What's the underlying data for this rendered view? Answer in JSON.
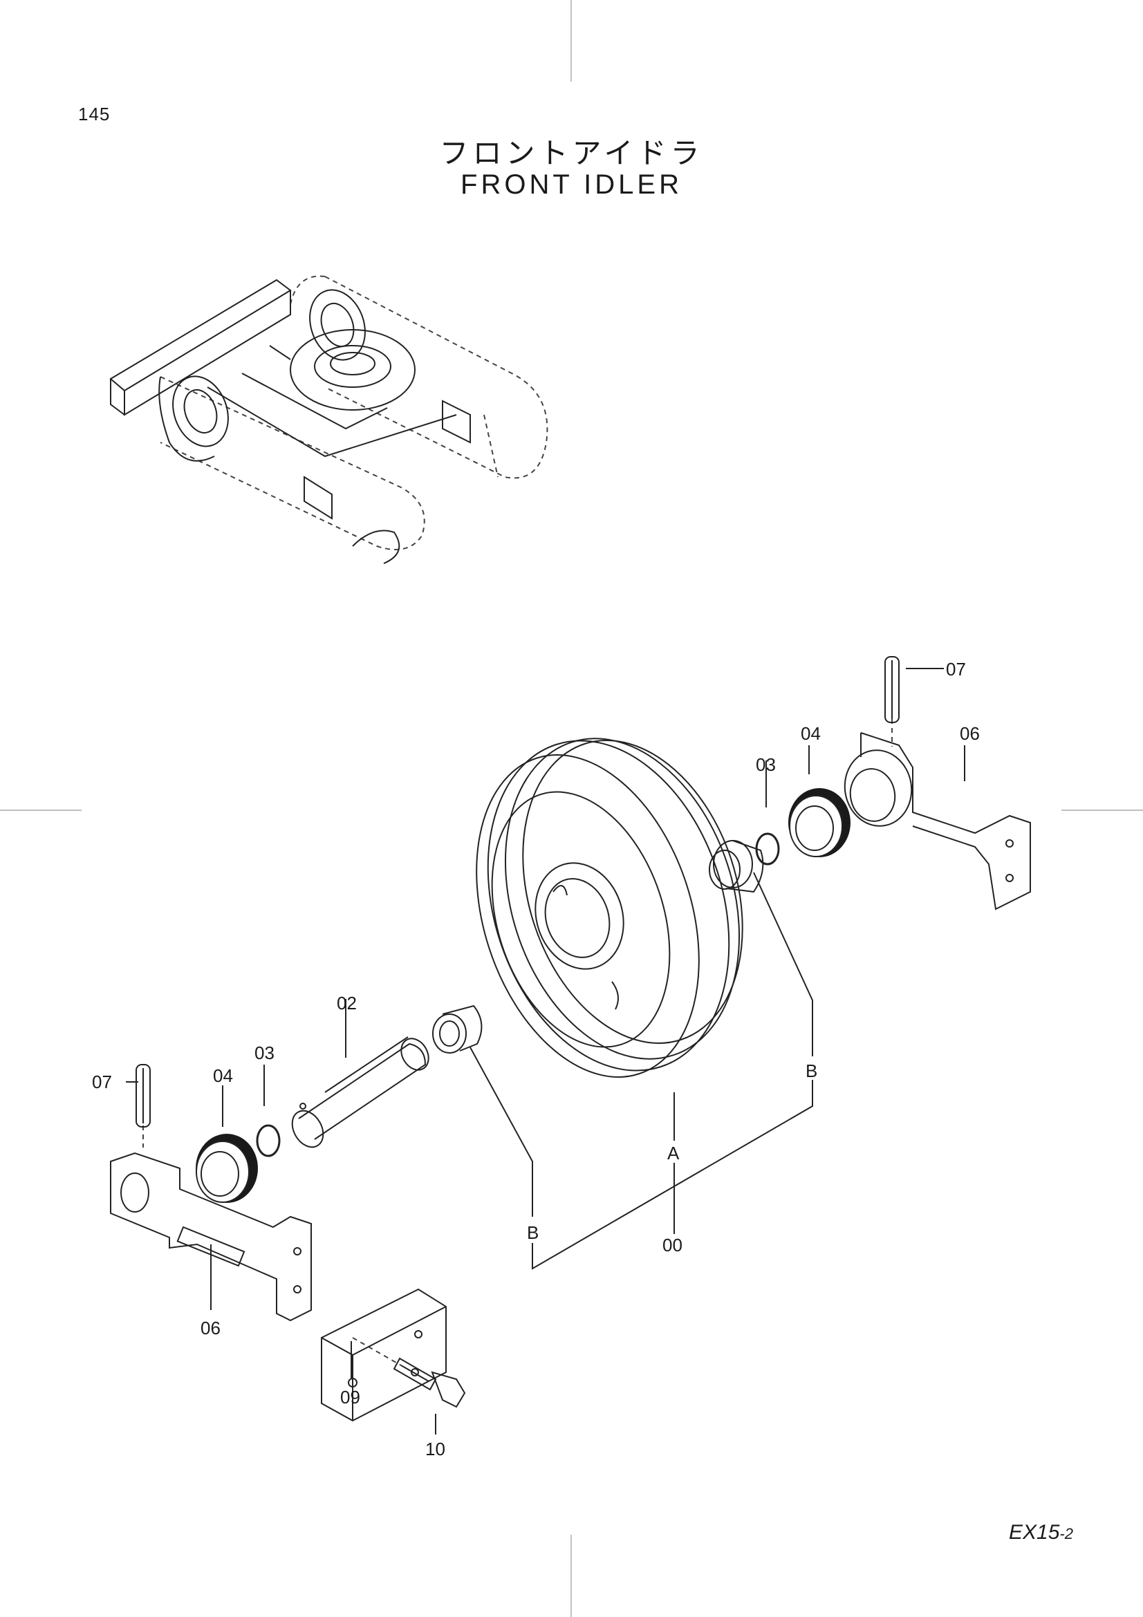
{
  "page": {
    "number": "145",
    "title_jp": "フロントアイドラ",
    "title_en": "FRONT  IDLER",
    "model_code": "EX15",
    "model_suffix": "-2"
  },
  "callouts": {
    "c00": "00",
    "c02": "02",
    "c03_left": "03",
    "c03_right": "03",
    "c04_left": "04",
    "c04_right": "04",
    "c06_left": "06",
    "c06_right": "06",
    "c07_left": "07",
    "c07_right": "07",
    "c09": "09",
    "c10": "10",
    "A": "A",
    "B_left": "B",
    "B_right": "B"
  },
  "colors": {
    "ink": "#1a1a1a",
    "paper": "#ffffff"
  }
}
